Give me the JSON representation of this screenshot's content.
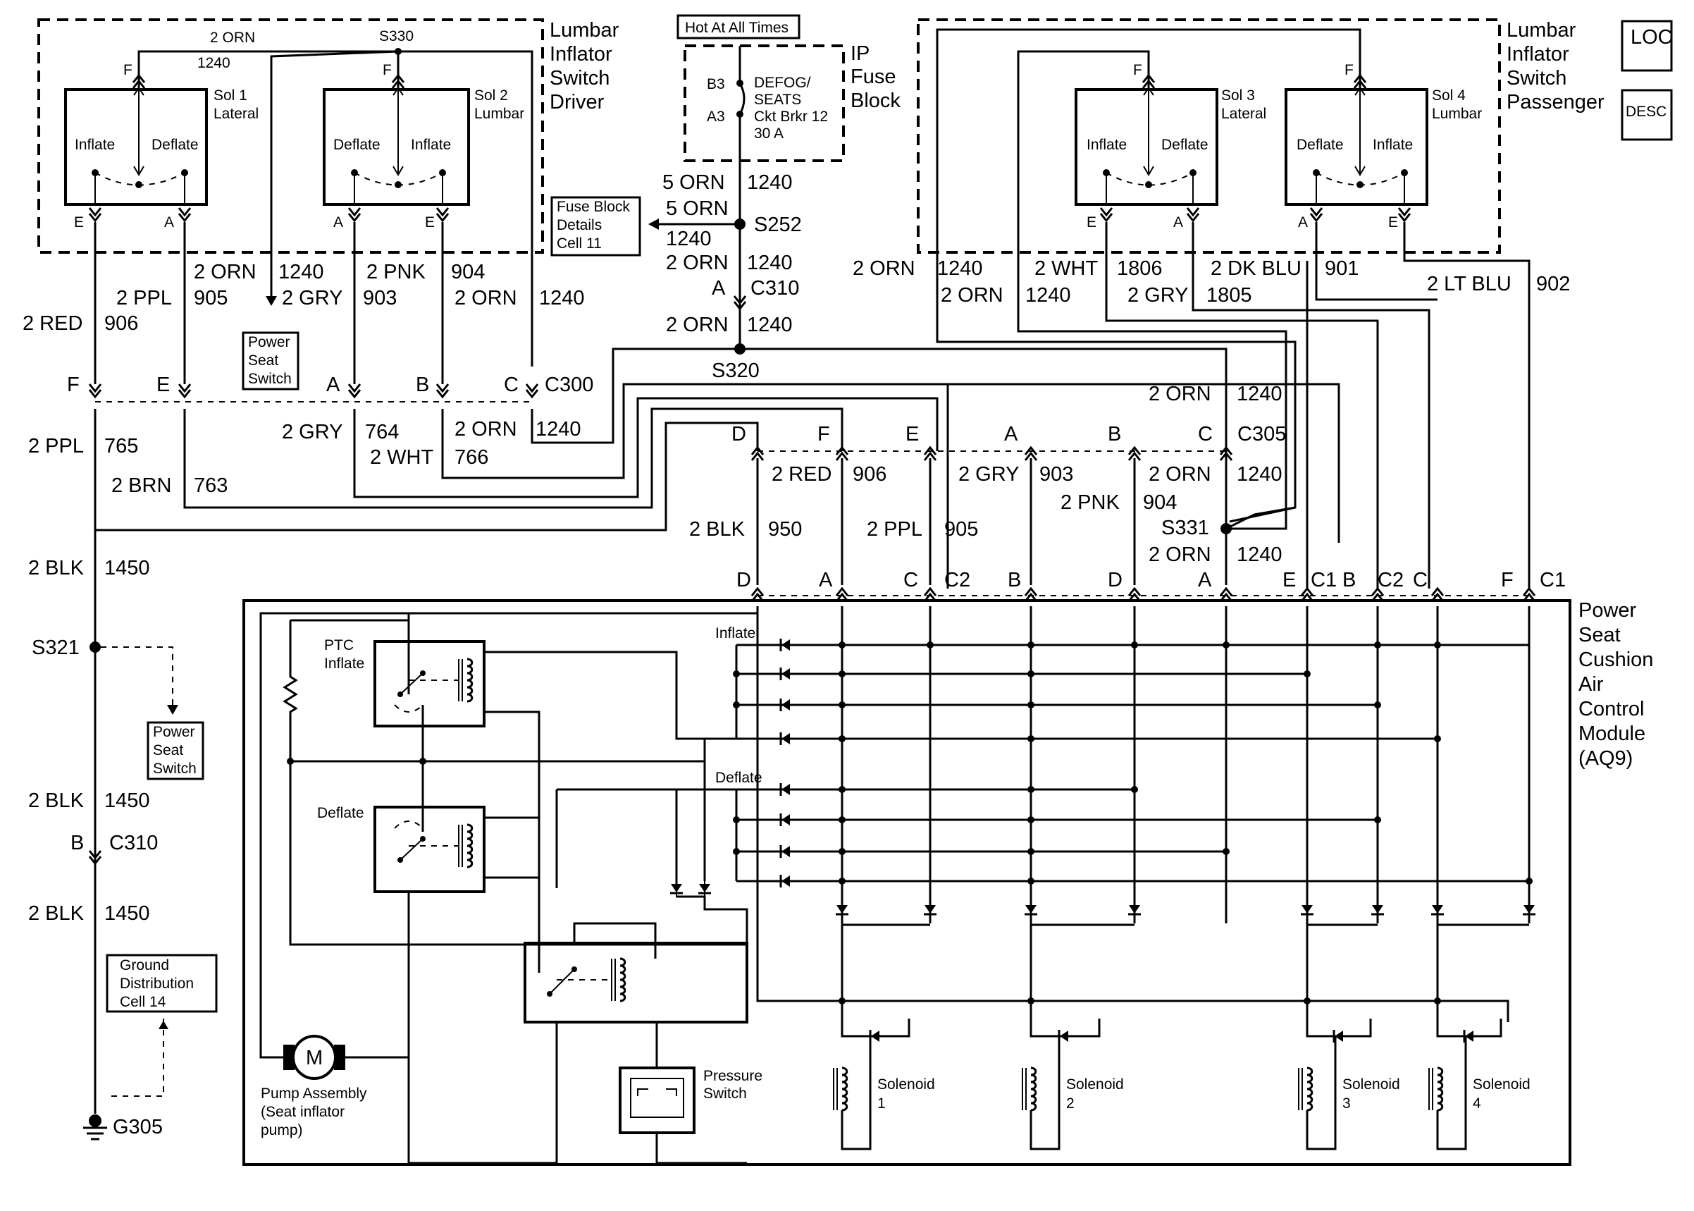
{
  "groups": {
    "driver_switch": "Lumbar Inflator Switch Driver",
    "passenger_switch": "Lumbar Inflator Switch Passenger",
    "ip_fuse_block": "IP Fuse Block",
    "module": "Power Seat Cushion Air Control Module (AQ9)"
  },
  "lines": {
    "driver_switch": [
      "Lumbar",
      "Inflator",
      "Switch",
      "Driver"
    ],
    "passenger_switch": [
      "Lumbar",
      "Inflator",
      "Switch",
      "Passenger"
    ],
    "ip_fuse_block": [
      "IP",
      "Fuse",
      "Block"
    ],
    "module": [
      "Power",
      "Seat",
      "Cushion",
      "Air",
      "Control",
      "Module",
      "(AQ9)"
    ],
    "fuse_details": [
      "Fuse Block",
      "Details",
      "Cell 11"
    ],
    "power_seat_switch": [
      "Power",
      "Seat",
      "Switch"
    ],
    "ground_distribution": [
      "Ground",
      "Distribution",
      "Cell 14"
    ],
    "breaker": [
      "DEFOG/",
      "SEATS",
      "Ckt Brkr 12",
      "30 A"
    ],
    "pump": [
      "Pump Assembly",
      "(Seat inflator",
      "pump)"
    ],
    "pressure_switch": [
      "Pressure",
      "Switch"
    ],
    "ptc_inflate": [
      "PTC",
      "Inflate"
    ],
    "sol1": [
      "Sol 1",
      "Lateral"
    ],
    "sol2": [
      "Sol 2",
      "Lumbar"
    ],
    "sol3": [
      "Sol 3",
      "Lateral"
    ],
    "sol4": [
      "Sol 4",
      "Lumbar"
    ]
  },
  "tags": {
    "hot": "Hot At All Times",
    "loc": "LOC",
    "desc": "DESC"
  },
  "words": {
    "inflate": "Inflate",
    "deflate": "Deflate",
    "solenoid": "Solenoid",
    "motor": "M"
  },
  "solenoids": [
    {
      "label": "Solenoid",
      "number": "1"
    },
    {
      "label": "Solenoid",
      "number": "2"
    },
    {
      "label": "Solenoid",
      "number": "3"
    },
    {
      "label": "Solenoid",
      "number": "4"
    }
  ],
  "connectors": {
    "c300": "C300",
    "c305": "C305",
    "c310": "C310",
    "c1": "C1",
    "c2": "C2",
    "s252": "S252",
    "s320": "S320",
    "s321": "S321",
    "s330": "S330",
    "s331": "S331",
    "g305": "G305",
    "b3": "B3",
    "a3": "A3"
  },
  "pins": {
    "a": "A",
    "b": "B",
    "c": "C",
    "d": "D",
    "e": "E",
    "f": "F"
  },
  "wires": [
    {
      "color": "2 ORN",
      "circuit": "1240"
    },
    {
      "color": "5 ORN",
      "circuit": "1240"
    },
    {
      "color": "2 PPL",
      "circuit": "905"
    },
    {
      "color": "2 RED",
      "circuit": "906"
    },
    {
      "color": "2 GRY",
      "circuit": "903"
    },
    {
      "color": "2 PNK",
      "circuit": "904"
    },
    {
      "color": "2 PPL",
      "circuit": "765"
    },
    {
      "color": "2 BRN",
      "circuit": "763"
    },
    {
      "color": "2 GRY",
      "circuit": "764"
    },
    {
      "color": "2 WHT",
      "circuit": "766"
    },
    {
      "color": "2 BLK",
      "circuit": "950"
    },
    {
      "color": "2 BLK",
      "circuit": "1450"
    },
    {
      "color": "2 WHT",
      "circuit": "1806"
    },
    {
      "color": "2 GRY",
      "circuit": "1805"
    },
    {
      "color": "2 DK BLU",
      "circuit": "901"
    },
    {
      "color": "2 LT BLU",
      "circuit": "902"
    }
  ],
  "colors": {
    "ink": "#000000",
    "paper": "#ffffff"
  },
  "icons": {
    "motor": "motor-icon",
    "ground": "ground-icon",
    "diode": "diode-icon",
    "coil": "coil-icon",
    "splice": "splice-dot-icon"
  }
}
